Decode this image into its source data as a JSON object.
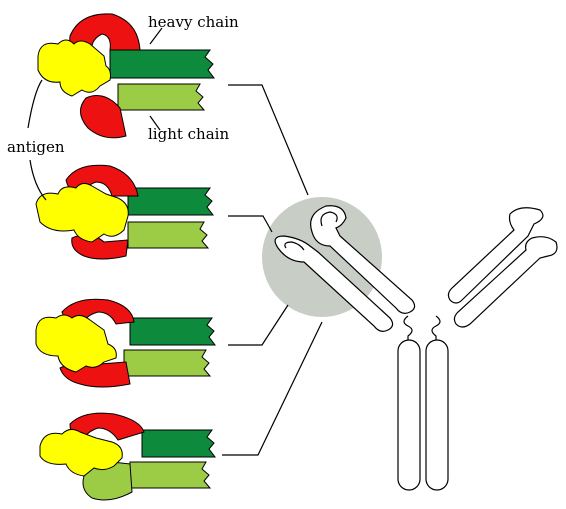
{
  "labels": {
    "heavy_chain": "heavy chain",
    "light_chain": "light chain",
    "antigen": "antigen"
  },
  "colors": {
    "heavy_chain_variable": "#ee1111",
    "antigen": "#ffff00",
    "heavy_chain": "#0d8a3c",
    "light_chain": "#9ccc45",
    "highlight_circle": "#c8cec6"
  }
}
